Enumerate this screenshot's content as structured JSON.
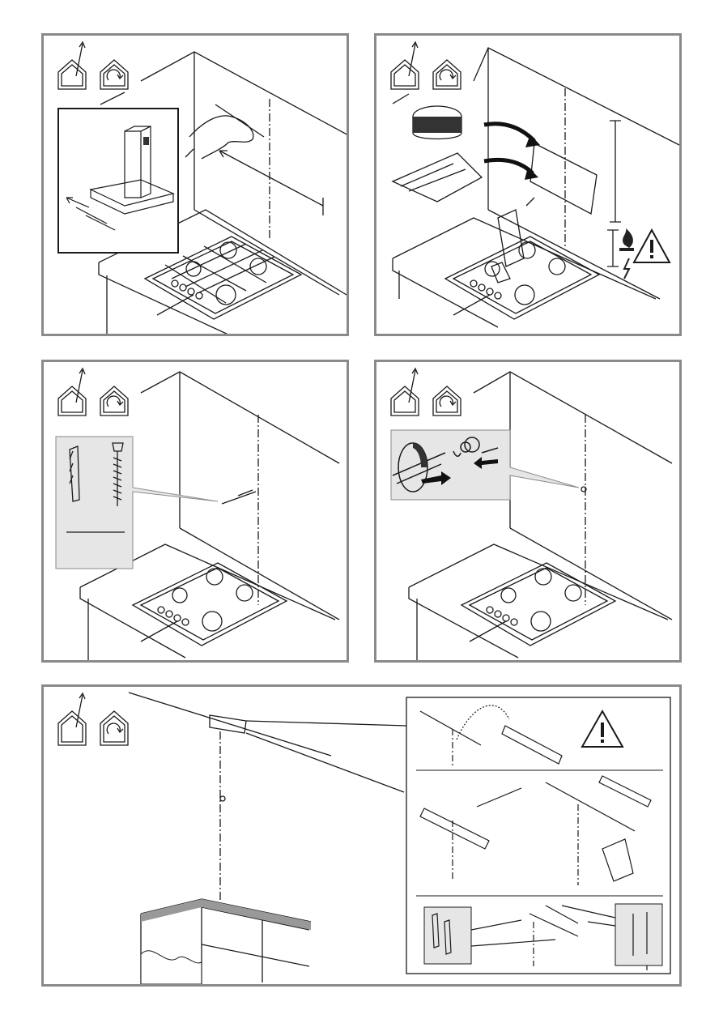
{
  "page": {
    "panels": [
      {
        "id": "step-1",
        "content": "mark-wall"
      },
      {
        "id": "step-2",
        "content": "tape-template-drill"
      },
      {
        "id": "step-3",
        "content": "plug-and-screw"
      },
      {
        "id": "step-4",
        "content": "screw-into-wall"
      },
      {
        "id": "step-5",
        "content": "fix-bracket"
      }
    ],
    "icons": [
      "exhaust-mode-icon",
      "recirculation-mode-icon",
      "warning-icon",
      "gas-flame-icon",
      "electric-icon"
    ],
    "colors": {
      "frame": "#8a8a8a",
      "line": "#1a1a1a",
      "inset": "#e6e6e6"
    }
  }
}
